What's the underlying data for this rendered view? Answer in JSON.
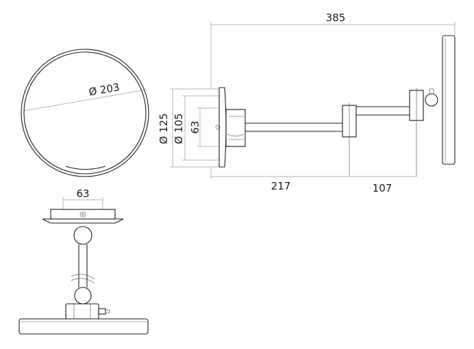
{
  "dimensions": {
    "overall_width": "385",
    "mirror_diameter": "Ø 203",
    "plate_outer_diameter": "Ø 125",
    "plate_inner_diameter": "Ø 105",
    "plate_hole_spacing": "63",
    "arm_length": "217",
    "head_offset": "107",
    "top_view_hole_spacing": "63"
  }
}
